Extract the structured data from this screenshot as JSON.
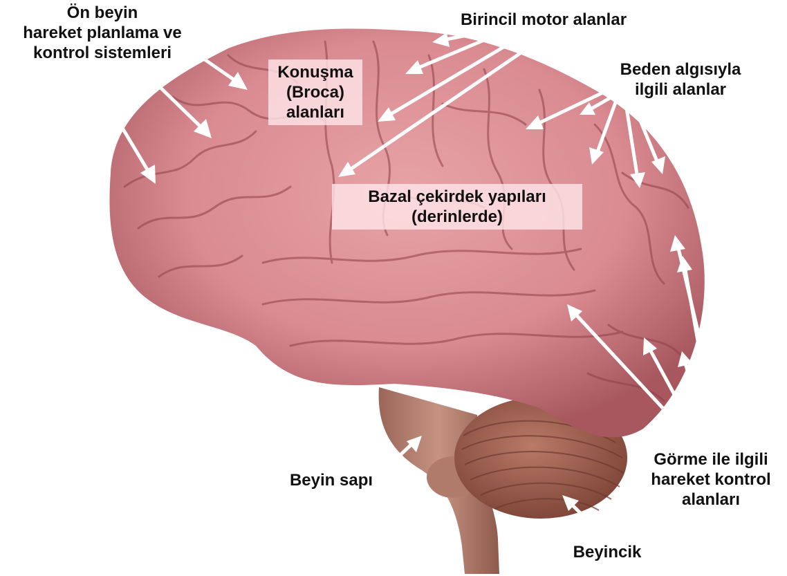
{
  "diagram": {
    "labels": {
      "forebrain": {
        "lines": [
          "Ön beyin",
          "hareket planlama ve",
          "kontrol sistemleri"
        ]
      },
      "motor": {
        "lines": [
          "Birincil motor alanlar"
        ]
      },
      "broca": {
        "lines": [
          "Konuşma",
          "(Broca)",
          "alanları"
        ]
      },
      "somatosensory": {
        "lines": [
          "Beden algısıyla",
          "ilgili alanlar"
        ]
      },
      "basal": {
        "lines": [
          "Bazal çekirdek yapıları",
          "(derinlerde)"
        ]
      },
      "visual": {
        "lines": [
          "Görme ile ilgili",
          "hareket kontrol",
          "alanları"
        ]
      },
      "brainstem": {
        "lines": [
          "Beyin sapı"
        ]
      },
      "cerebellum": {
        "lines": [
          "Beyincik"
        ]
      }
    },
    "colors": {
      "cortex": "#d98b91",
      "cortex_dark": "#a8575f",
      "groove": "#8e3f48",
      "cerebellum": "#9e6150",
      "brainstem": "#b88474",
      "arrow": "#ffffff",
      "text": "#111111"
    }
  }
}
